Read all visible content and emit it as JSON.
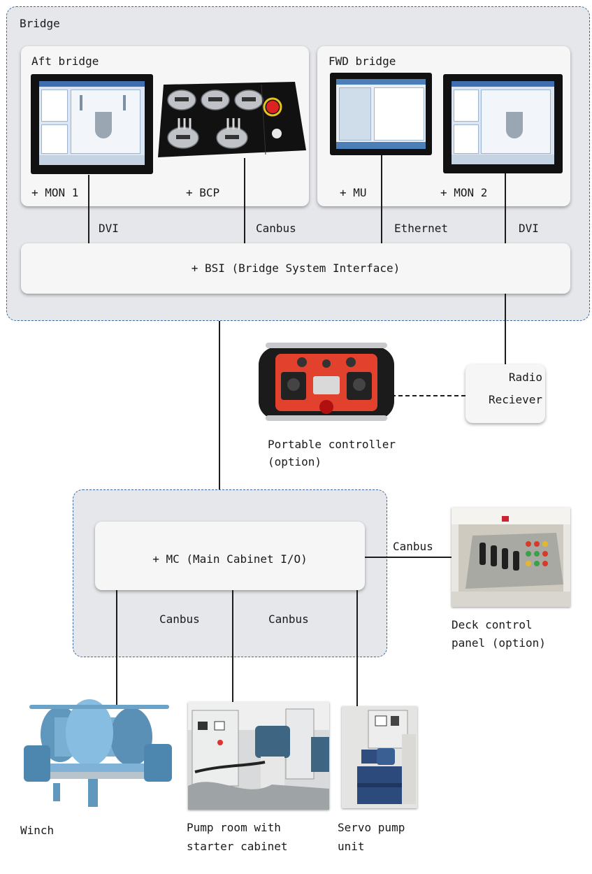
{
  "bridge": {
    "title": "Bridge",
    "aft": {
      "title": "Aft bridge",
      "mon1": "+ MON 1",
      "bcp": "+ BCP"
    },
    "fwd": {
      "title": "FWD bridge",
      "mu": "+ MU",
      "mon2": "+ MON 2"
    },
    "links": {
      "dvi_left": "DVI",
      "canbus": "Canbus",
      "ethernet": "Ethernet",
      "dvi_right": "DVI"
    },
    "bsi": "+ BSI (Bridge System Interface)"
  },
  "radio": {
    "line1": "Radio",
    "line2": "Reciever"
  },
  "portable": {
    "line1": "Portable controller",
    "line2": "(option)"
  },
  "main_cabinet": {
    "label": "+ MC (Main Cabinet I/O)",
    "canbus_left": "Canbus",
    "canbus_right": "Canbus"
  },
  "deck": {
    "canbus": "Canbus",
    "line1": "Deck control",
    "line2": "panel (option)"
  },
  "equipment": {
    "winch": "Winch",
    "pump_line1": "Pump room with",
    "pump_line2": "starter cabinet",
    "servo_line1": "Servo pump",
    "servo_line2": "unit"
  },
  "colors": {
    "zone_bg": "#e6e7eb",
    "zone_border": "#3b6aa0",
    "card_bg": "#f6f6f6",
    "winch_blue": "#6fa6c9"
  },
  "icons": [
    "monitor-mon1-image",
    "bcp-panel-image",
    "mu-monitor-image",
    "monitor-mon2-image",
    "portable-controller-image",
    "deck-panel-image",
    "winch-image",
    "pump-room-image",
    "servo-pump-image"
  ]
}
